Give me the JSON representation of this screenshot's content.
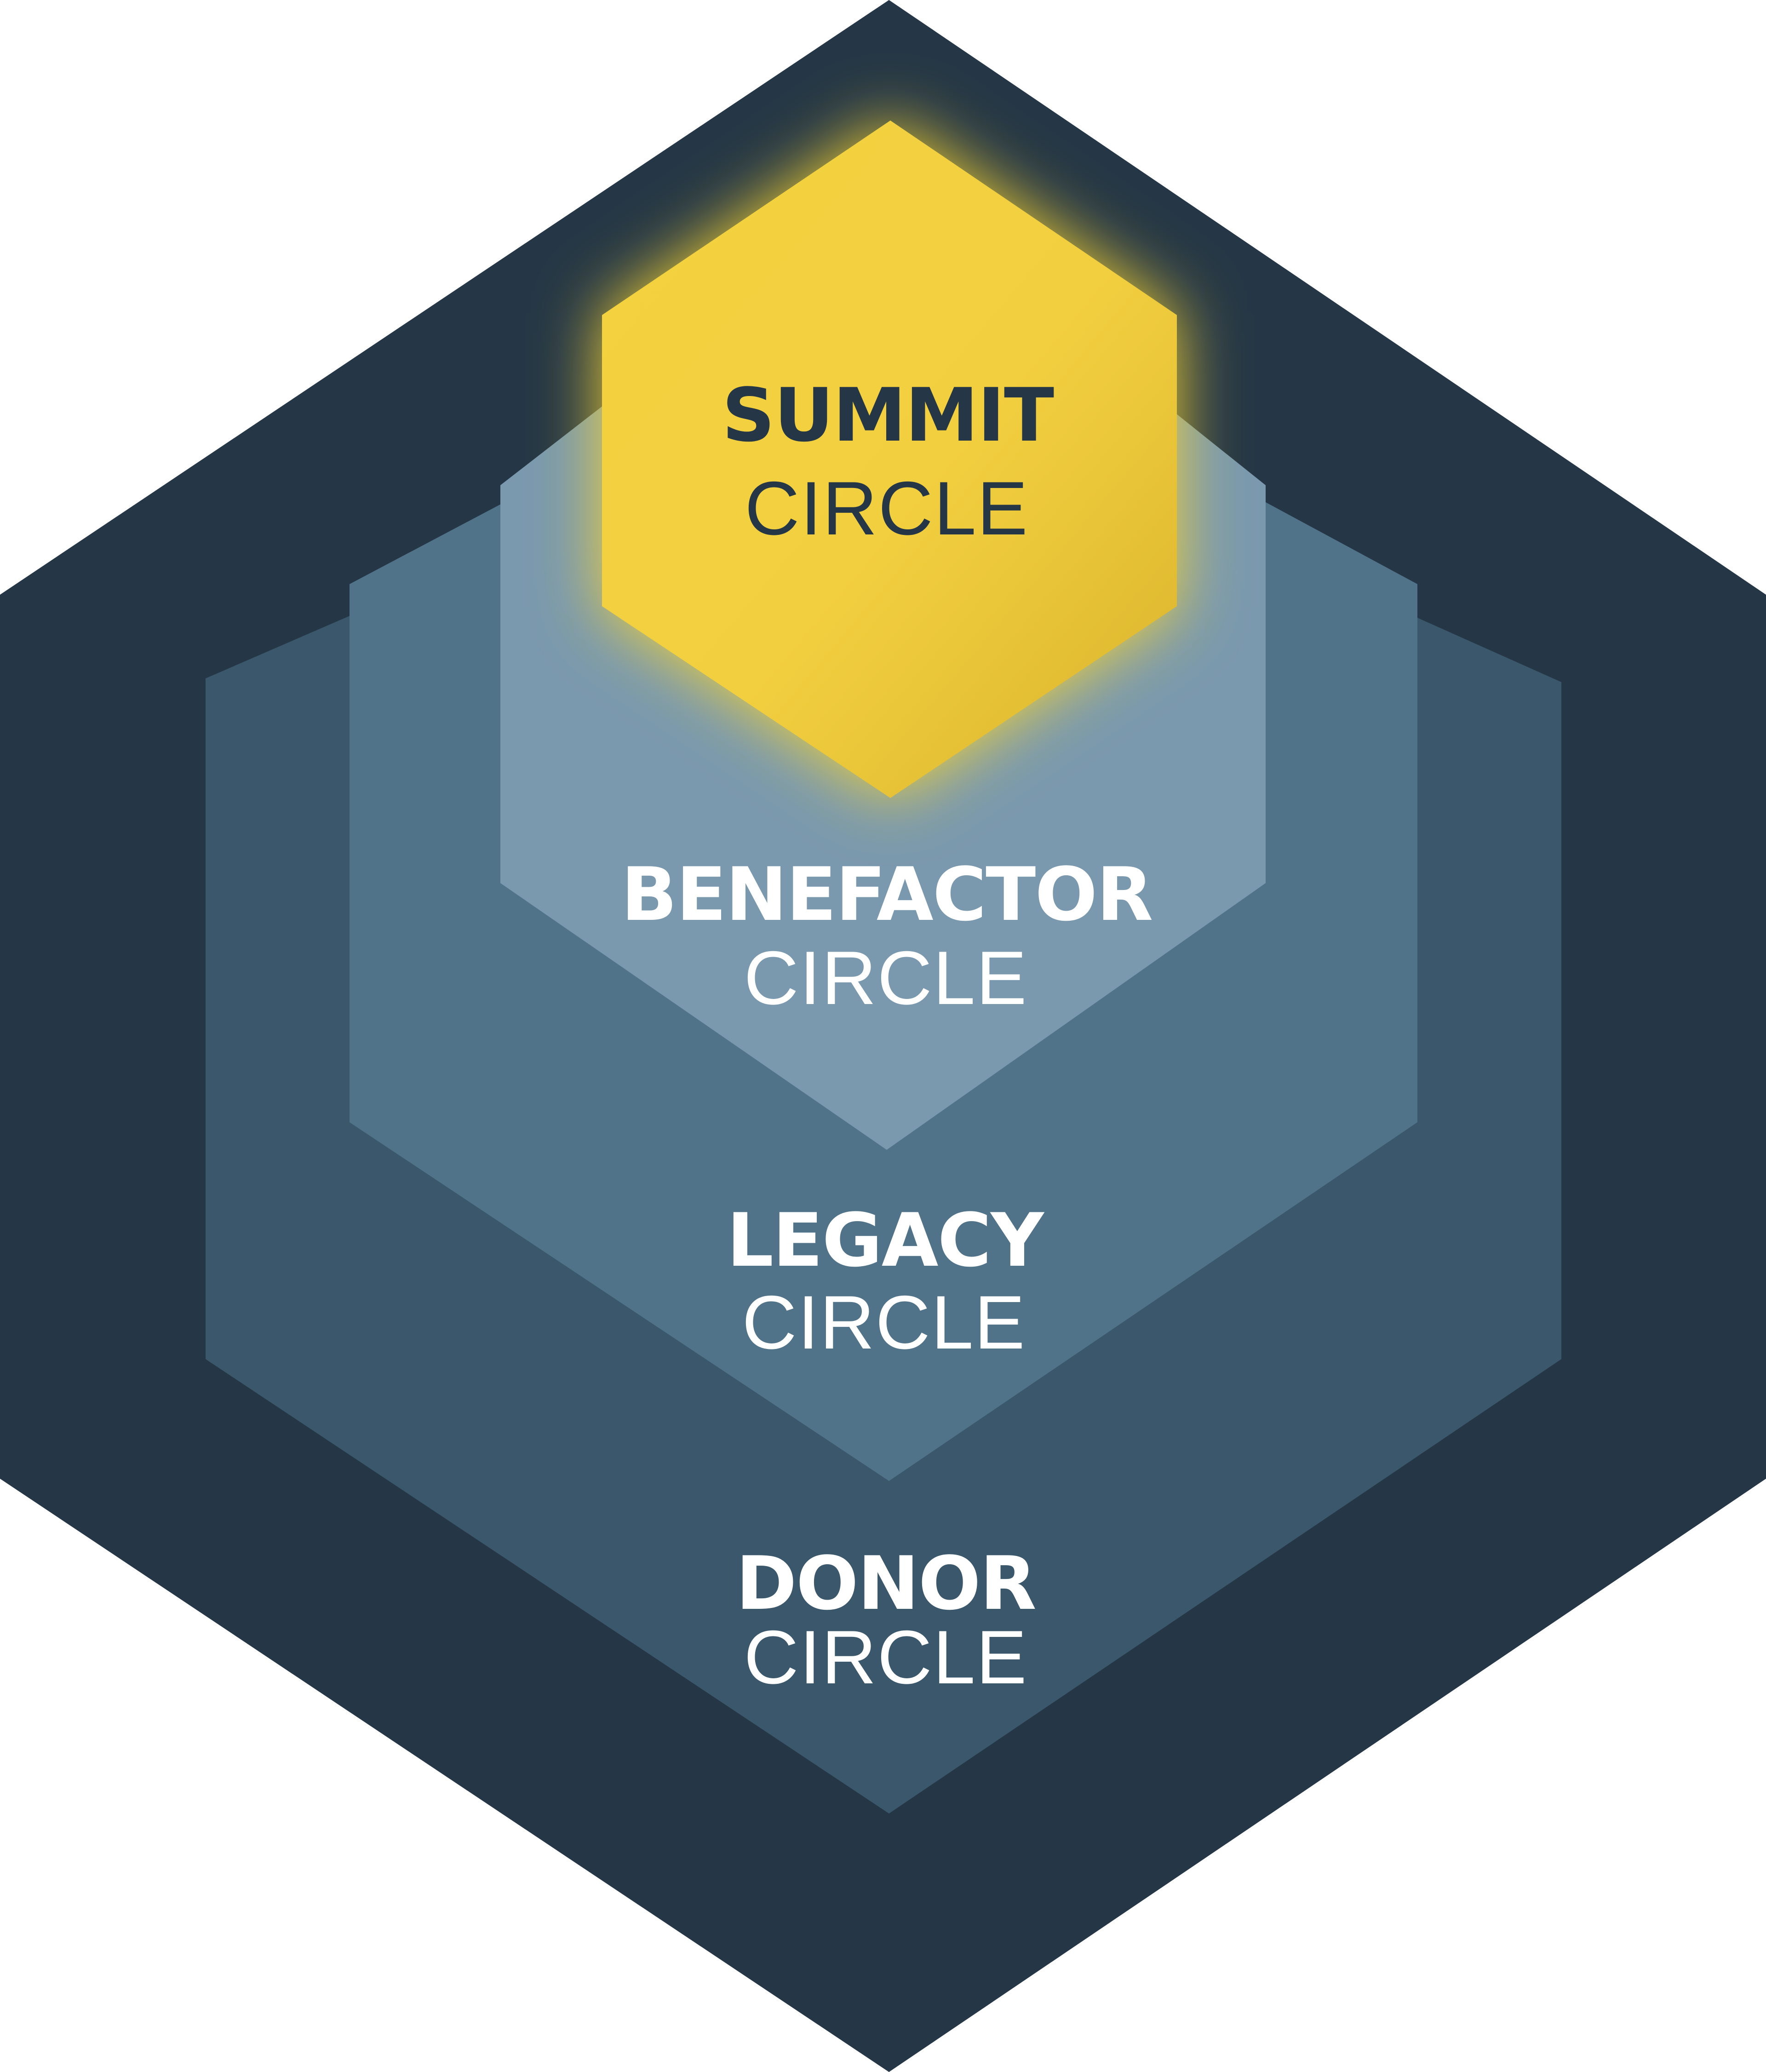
{
  "tiers": [
    {
      "id": "donor",
      "name": "DONOR",
      "suffix": "CIRCLE",
      "fill": "#253746",
      "text_color": "#ffffff"
    },
    {
      "id": "legacy",
      "name": "LEGACY",
      "suffix": "CIRCLE",
      "fill": "#3a576b",
      "text_color": "#ffffff"
    },
    {
      "id": "benefactor",
      "name": "BENEFACTOR",
      "suffix": "CIRCLE",
      "fill": "#507389",
      "text_color": "#ffffff"
    },
    {
      "id": "inner",
      "fill": "#7a99ae"
    },
    {
      "id": "summit",
      "name": "SUMMIT",
      "suffix": "CIRCLE",
      "fill": "#f2cf3f",
      "glow": "#f5d330",
      "text_color": "#253746"
    }
  ]
}
